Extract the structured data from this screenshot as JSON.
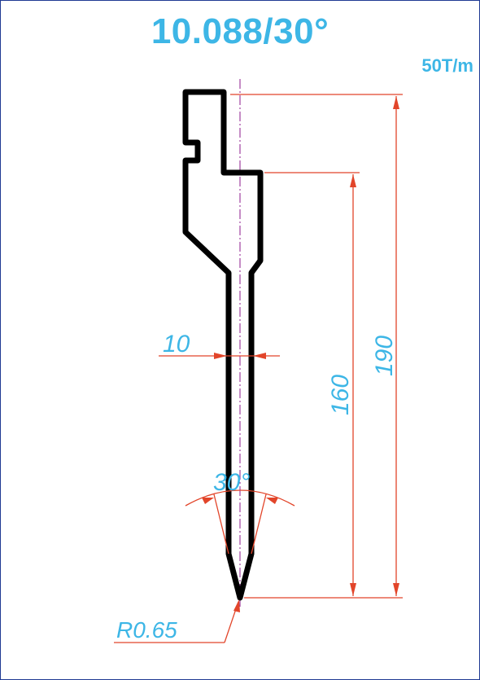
{
  "header": {
    "title": "10.088/30°",
    "capacity": "50T/m"
  },
  "dimensions": {
    "width": "10",
    "height_inner": "160",
    "height_total": "190",
    "angle": "30°",
    "radius": "R0.65"
  },
  "colors": {
    "profile": "#000000",
    "dimension_line": "#e2452a",
    "centerline": "#a040a0",
    "text": "#3db6e6",
    "border": "#1f3a93"
  }
}
